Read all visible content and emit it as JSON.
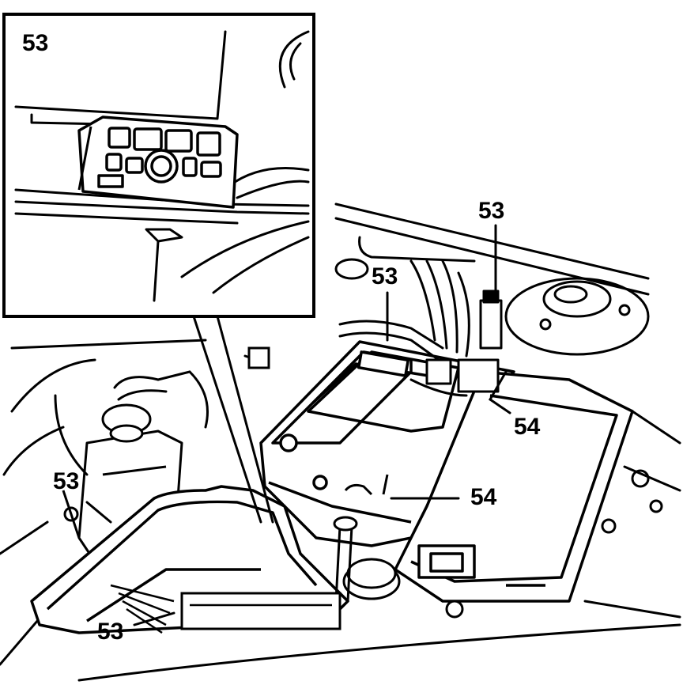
{
  "callouts": {
    "inset": "53",
    "top_right": "53",
    "upper_middle": "53",
    "right_upper": "54",
    "right_lower": "54",
    "left": "53",
    "bottom": "53"
  }
}
